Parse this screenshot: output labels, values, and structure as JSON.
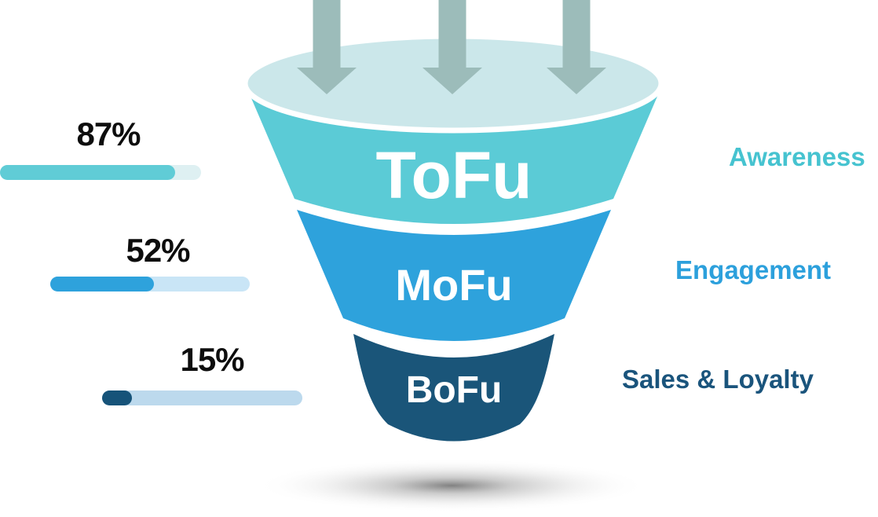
{
  "funnel": {
    "top_opening_color": "#CBE7EA",
    "arrow_color": "#9CBCBA",
    "stages": [
      {
        "label": "ToFu",
        "stage_name": "Awareness",
        "percent": "87%",
        "percent_value": 87,
        "funnel_color": "#5BCBD6",
        "stage_name_color": "#46C3D0",
        "bar_fill_color": "#60CCD6",
        "bar_track_color": "#DEF0F2"
      },
      {
        "label": "MoFu",
        "stage_name": "Engagement",
        "percent": "52%",
        "percent_value": 52,
        "funnel_color": "#2EA2DC",
        "stage_name_color": "#2CA0DC",
        "bar_fill_color": "#2EA2DC",
        "bar_track_color": "#C9E5F6"
      },
      {
        "label": "BoFu",
        "stage_name": "Sales & Loyalty",
        "percent": "15%",
        "percent_value": 15,
        "funnel_color": "#1A5579",
        "stage_name_color": "#1A547C",
        "bar_fill_color": "#165379",
        "bar_track_color": "#BCD9ED"
      }
    ]
  }
}
